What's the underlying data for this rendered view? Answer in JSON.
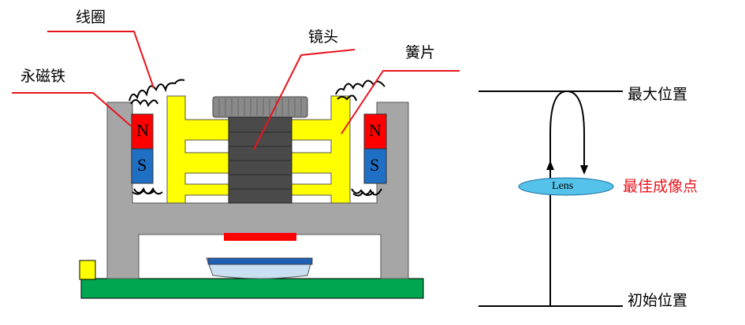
{
  "labels": {
    "coil": "线圈",
    "lens_barrel": "镜头",
    "spring": "簧片",
    "magnet": "永磁铁",
    "max_position": "最大位置",
    "best_focus": "最佳成像点",
    "initial_position": "初始位置",
    "lens": "Lens",
    "magnet_n": "N",
    "magnet_s": "S"
  },
  "colors": {
    "housing": "#a6a6a6",
    "spring": "#ffff00",
    "magnet_n": "#ff0000",
    "magnet_s": "#1f6fc4",
    "pcb": "#00a650",
    "leader": "#e8141c",
    "lens_fill": "#55c2ea",
    "best_focus_text": "#e8141c"
  }
}
